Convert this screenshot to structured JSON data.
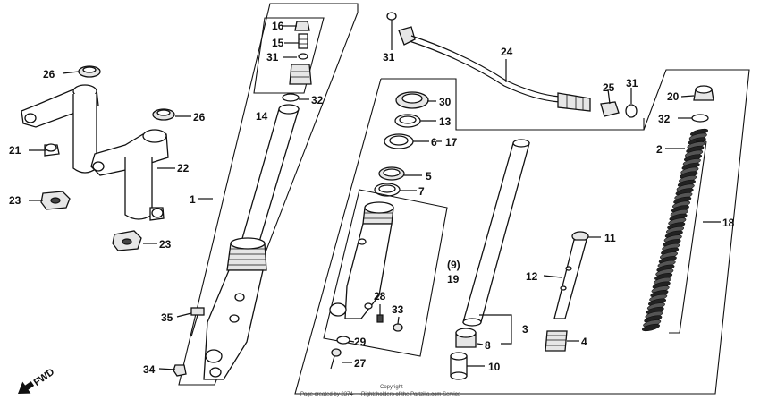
{
  "labels": {
    "p1": "1",
    "p2": "2",
    "p3": "3",
    "p4": "4",
    "p5": "5",
    "p6": "6",
    "p7": "7",
    "p8": "8",
    "p9": "(9)",
    "p10": "10",
    "p11": "11",
    "p12": "12",
    "p13": "13",
    "p14": "14",
    "p15": "15",
    "p16": "16",
    "p17": "17",
    "p18": "18",
    "p19": "19",
    "p20": "20",
    "p21": "21",
    "p22": "22",
    "p23a": "23",
    "p23b": "23",
    "p24": "24",
    "p25": "25",
    "p26a": "26",
    "p26b": "26",
    "p27": "27",
    "p28": "28",
    "p29": "29",
    "p30": "30",
    "p31a": "31",
    "p31b": "31",
    "p31c": "31",
    "p32a": "32",
    "p32b": "32",
    "p33": "33",
    "p34": "34",
    "p35": "35"
  },
  "fwd": "FWD",
  "copyright_line1": "Copyright",
  "copyright_line2": "Page created by 2374 — Rightsholders of the Partzilla.com Service"
}
